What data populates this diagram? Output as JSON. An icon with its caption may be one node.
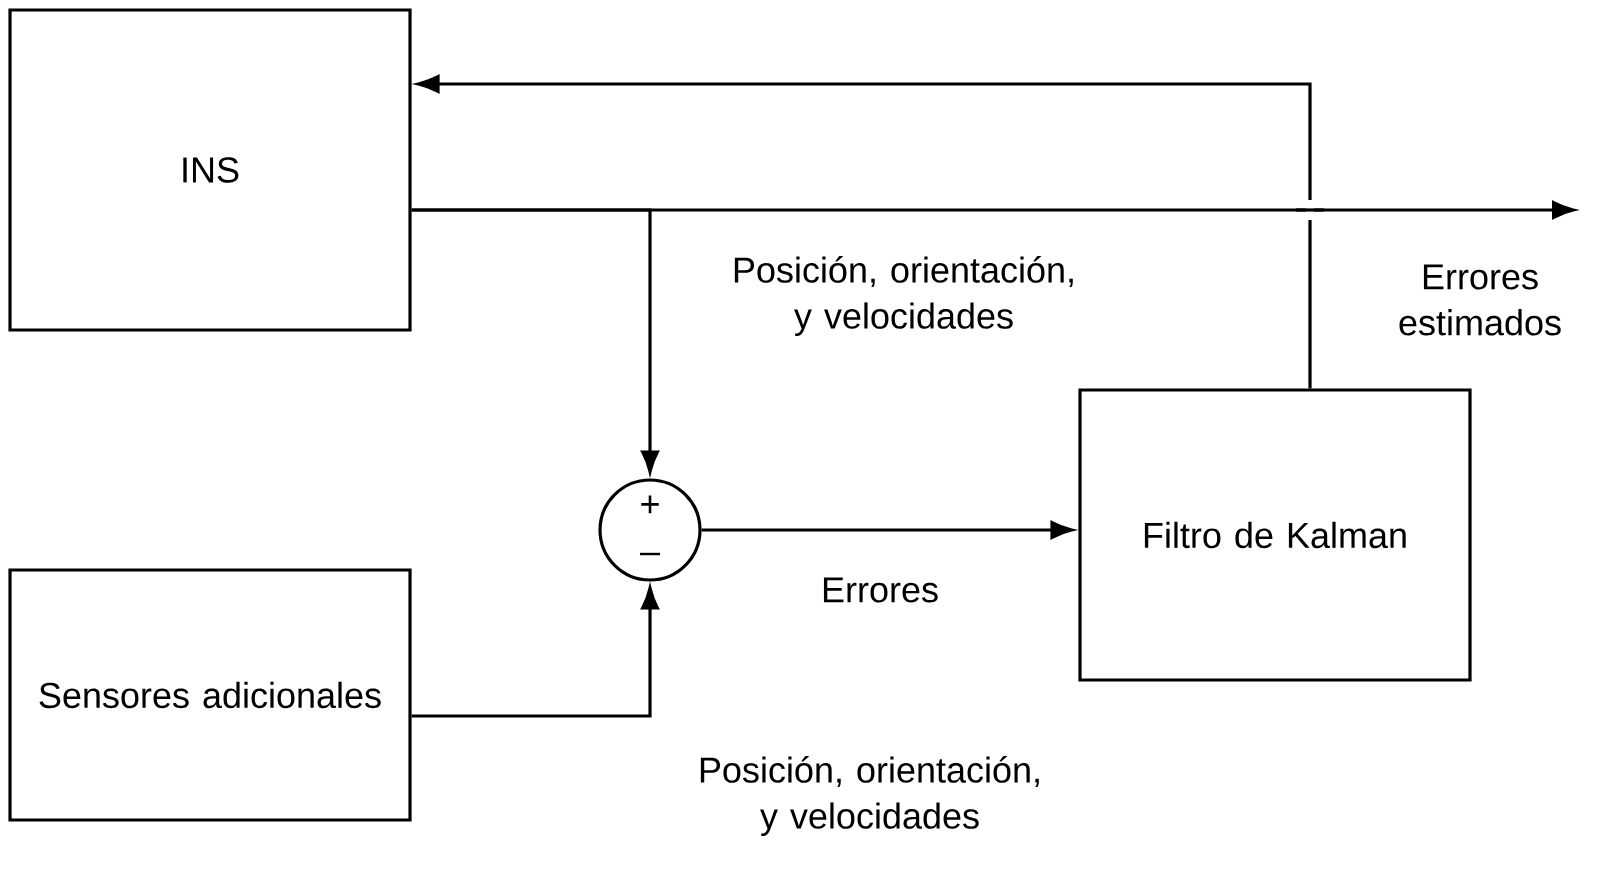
{
  "diagram": {
    "nodes": [
      {
        "text": [
          "INS"
        ]
      },
      {
        "text": [
          "Sensores adicionales"
        ]
      },
      {
        "text": [
          "+",
          "–"
        ]
      },
      {
        "text": [
          "Filtro de Kalman"
        ]
      }
    ],
    "edges": [
      {
        "from": 0,
        "to": null,
        "arrow": "to"
      },
      {
        "from": 0,
        "to": 2,
        "arrow": "to",
        "label": "Posición, orientación, y velocidades"
      },
      {
        "from": 1,
        "to": 2,
        "arrow": "to",
        "label": "Posición, orientación, y velocidades"
      },
      {
        "from": 2,
        "to": 3,
        "arrow": "to",
        "label": "Errores"
      },
      {
        "from": 3,
        "to": 0,
        "arrow": "to",
        "label": "Errores estimados"
      }
    ]
  }
}
